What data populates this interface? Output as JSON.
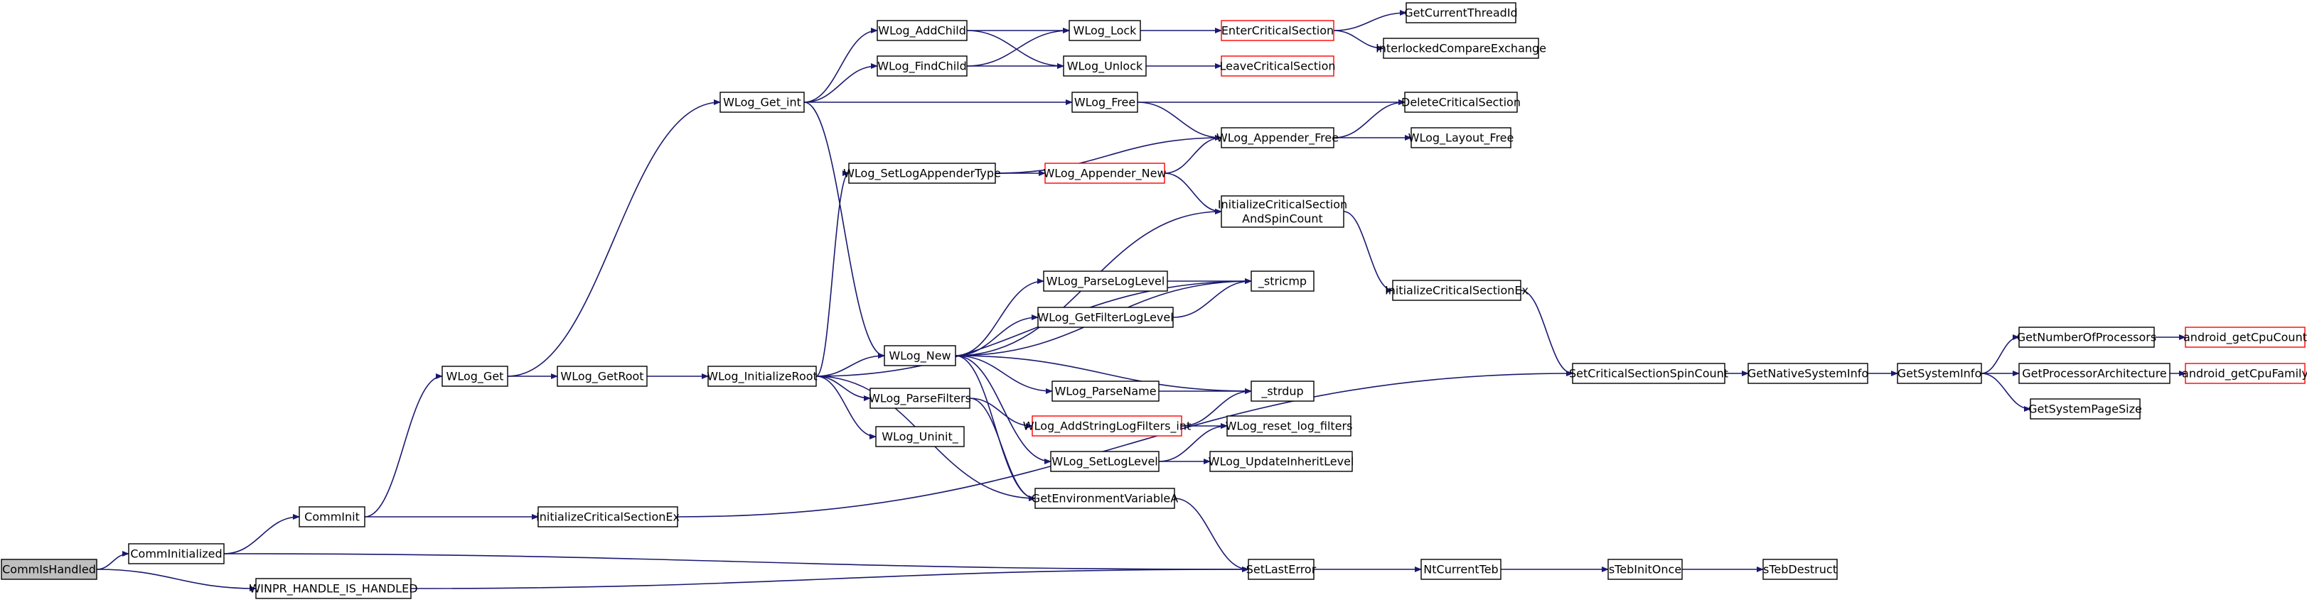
{
  "graph": {
    "colors": {
      "edge": "#191970",
      "node_border": "#000000",
      "node_border_truncated": "#ff0000",
      "root_fill": "#bfbfbf",
      "node_fill": "#ffffff"
    },
    "nodes": [
      {
        "id": "commishandled",
        "label": "CommIsHandled",
        "root": true
      },
      {
        "id": "comminitialized",
        "label": "CommInitialized"
      },
      {
        "id": "winpr_handle",
        "label": "WINPR_HANDLE_IS_HANDLED"
      },
      {
        "id": "comminit",
        "label": "CommInit"
      },
      {
        "id": "wlog_get",
        "label": "WLog_Get"
      },
      {
        "id": "wlog_getroot",
        "label": "WLog_GetRoot"
      },
      {
        "id": "wlog_initroot",
        "label": "WLog_InitializeRoot"
      },
      {
        "id": "wlog_get_int",
        "label": "WLog_Get_int"
      },
      {
        "id": "wlog_addchild",
        "label": "WLog_AddChild"
      },
      {
        "id": "wlog_findchild",
        "label": "WLog_FindChild"
      },
      {
        "id": "wlog_lock",
        "label": "WLog_Lock"
      },
      {
        "id": "wlog_unlock",
        "label": "WLog_Unlock"
      },
      {
        "id": "entercs",
        "label": "EnterCriticalSection",
        "truncated": true
      },
      {
        "id": "leavecs",
        "label": "LeaveCriticalSection",
        "truncated": true
      },
      {
        "id": "getcurthread",
        "label": "GetCurrentThreadId"
      },
      {
        "id": "interlocked",
        "label": "InterlockedCompareExchange"
      },
      {
        "id": "wlog_free",
        "label": "WLog_Free"
      },
      {
        "id": "deletecs",
        "label": "DeleteCriticalSection"
      },
      {
        "id": "appender_free",
        "label": "WLog_Appender_Free"
      },
      {
        "id": "layout_free",
        "label": "WLog_Layout_Free"
      },
      {
        "id": "setlogappender",
        "label": "WLog_SetLogAppenderType"
      },
      {
        "id": "appender_new",
        "label": "WLog_Appender_New",
        "truncated": true
      },
      {
        "id": "initcs_spin",
        "label": "InitializeCriticalSection",
        "label2": "AndSpinCount"
      },
      {
        "id": "initcs_ex_right",
        "label": "InitializeCriticalSectionEx"
      },
      {
        "id": "wlog_new",
        "label": "WLog_New"
      },
      {
        "id": "parseloglevel",
        "label": "WLog_ParseLogLevel"
      },
      {
        "id": "getfilterloglevel",
        "label": "WLog_GetFilterLogLevel"
      },
      {
        "id": "stricmp",
        "label": "_stricmp"
      },
      {
        "id": "parsename",
        "label": "WLog_ParseName"
      },
      {
        "id": "strdup",
        "label": "_strdup"
      },
      {
        "id": "parsefilters",
        "label": "WLog_ParseFilters"
      },
      {
        "id": "addstringlogfilters",
        "label": "WLog_AddStringLogFilters_int",
        "truncated": true
      },
      {
        "id": "resetlogfilters",
        "label": "WLog_reset_log_filters"
      },
      {
        "id": "uninit",
        "label": "WLog_Uninit_"
      },
      {
        "id": "setloglevel",
        "label": "WLog_SetLogLevel"
      },
      {
        "id": "updateinherit",
        "label": "WLog_UpdateInheritLevel"
      },
      {
        "id": "getenv",
        "label": "GetEnvironmentVariableA"
      },
      {
        "id": "initcs_ex_left",
        "label": "InitializeCriticalSectionEx"
      },
      {
        "id": "setlasterror",
        "label": "SetLastError"
      },
      {
        "id": "ntcurrentteb",
        "label": "NtCurrentTeb"
      },
      {
        "id": "stebinitonce",
        "label": "sTebInitOnce"
      },
      {
        "id": "stebdestruct",
        "label": "sTebDestruct"
      },
      {
        "id": "setcsspin",
        "label": "SetCriticalSectionSpinCount"
      },
      {
        "id": "getnativesysinfo",
        "label": "GetNativeSystemInfo"
      },
      {
        "id": "getsysinfo",
        "label": "GetSystemInfo"
      },
      {
        "id": "getnumproc",
        "label": "GetNumberOfProcessors"
      },
      {
        "id": "getcpucount",
        "label": "android_getCpuCount",
        "truncated": true
      },
      {
        "id": "getprocarch",
        "label": "GetProcessorArchitecture"
      },
      {
        "id": "getcpufamily",
        "label": "android_getCpuFamily",
        "truncated": true
      },
      {
        "id": "getsyspagesize",
        "label": "GetSystemPageSize"
      }
    ],
    "edges": [
      [
        "commishandled",
        "comminitialized"
      ],
      [
        "commishandled",
        "winpr_handle"
      ],
      [
        "comminitialized",
        "comminit"
      ],
      [
        "comminitialized",
        "setlasterror"
      ],
      [
        "winpr_handle",
        "setlasterror"
      ],
      [
        "comminit",
        "wlog_get"
      ],
      [
        "comminit",
        "initcs_ex_left"
      ],
      [
        "wlog_get",
        "wlog_getroot"
      ],
      [
        "wlog_get",
        "wlog_get_int"
      ],
      [
        "wlog_getroot",
        "wlog_initroot"
      ],
      [
        "wlog_get_int",
        "wlog_addchild"
      ],
      [
        "wlog_get_int",
        "wlog_findchild"
      ],
      [
        "wlog_get_int",
        "wlog_free"
      ],
      [
        "wlog_get_int",
        "wlog_new"
      ],
      [
        "wlog_addchild",
        "wlog_lock"
      ],
      [
        "wlog_addchild",
        "wlog_unlock"
      ],
      [
        "wlog_findchild",
        "wlog_lock"
      ],
      [
        "wlog_findchild",
        "wlog_unlock"
      ],
      [
        "wlog_lock",
        "entercs"
      ],
      [
        "wlog_unlock",
        "leavecs"
      ],
      [
        "entercs",
        "getcurthread"
      ],
      [
        "entercs",
        "interlocked"
      ],
      [
        "wlog_free",
        "deletecs"
      ],
      [
        "wlog_free",
        "appender_free"
      ],
      [
        "appender_free",
        "deletecs"
      ],
      [
        "appender_free",
        "layout_free"
      ],
      [
        "wlog_initroot",
        "setlogappender"
      ],
      [
        "wlog_initroot",
        "stricmp"
      ],
      [
        "wlog_initroot",
        "wlog_new"
      ],
      [
        "wlog_initroot",
        "parsefilters"
      ],
      [
        "wlog_initroot",
        "uninit"
      ],
      [
        "wlog_initroot",
        "getenv"
      ],
      [
        "setlogappender",
        "appender_free"
      ],
      [
        "setlogappender",
        "appender_new"
      ],
      [
        "appender_new",
        "appender_free"
      ],
      [
        "appender_new",
        "initcs_spin"
      ],
      [
        "initcs_spin",
        "initcs_ex_right"
      ],
      [
        "initcs_ex_right",
        "setcsspin"
      ],
      [
        "wlog_new",
        "initcs_spin"
      ],
      [
        "wlog_new",
        "parseloglevel"
      ],
      [
        "wlog_new",
        "stricmp"
      ],
      [
        "wlog_new",
        "getfilterloglevel"
      ],
      [
        "wlog_new",
        "strdup"
      ],
      [
        "wlog_new",
        "parsename"
      ],
      [
        "wlog_new",
        "getenv"
      ],
      [
        "wlog_new",
        "setloglevel"
      ],
      [
        "parseloglevel",
        "stricmp"
      ],
      [
        "getfilterloglevel",
        "stricmp"
      ],
      [
        "parsename",
        "strdup"
      ],
      [
        "parsefilters",
        "addstringlogfilters"
      ],
      [
        "parsefilters",
        "getenv"
      ],
      [
        "addstringlogfilters",
        "strdup"
      ],
      [
        "addstringlogfilters",
        "resetlogfilters"
      ],
      [
        "setloglevel",
        "resetlogfilters"
      ],
      [
        "setloglevel",
        "updateinherit"
      ],
      [
        "getenv",
        "setlasterror"
      ],
      [
        "initcs_ex_left",
        "setcsspin"
      ],
      [
        "setlasterror",
        "ntcurrentteb"
      ],
      [
        "ntcurrentteb",
        "stebinitonce"
      ],
      [
        "stebinitonce",
        "stebdestruct"
      ],
      [
        "setcsspin",
        "getnativesysinfo"
      ],
      [
        "getnativesysinfo",
        "getsysinfo"
      ],
      [
        "getsysinfo",
        "getnumproc"
      ],
      [
        "getsysinfo",
        "getprocarch"
      ],
      [
        "getsysinfo",
        "getsyspagesize"
      ],
      [
        "getnumproc",
        "getcpucount"
      ],
      [
        "getprocarch",
        "getcpufamily"
      ]
    ]
  }
}
